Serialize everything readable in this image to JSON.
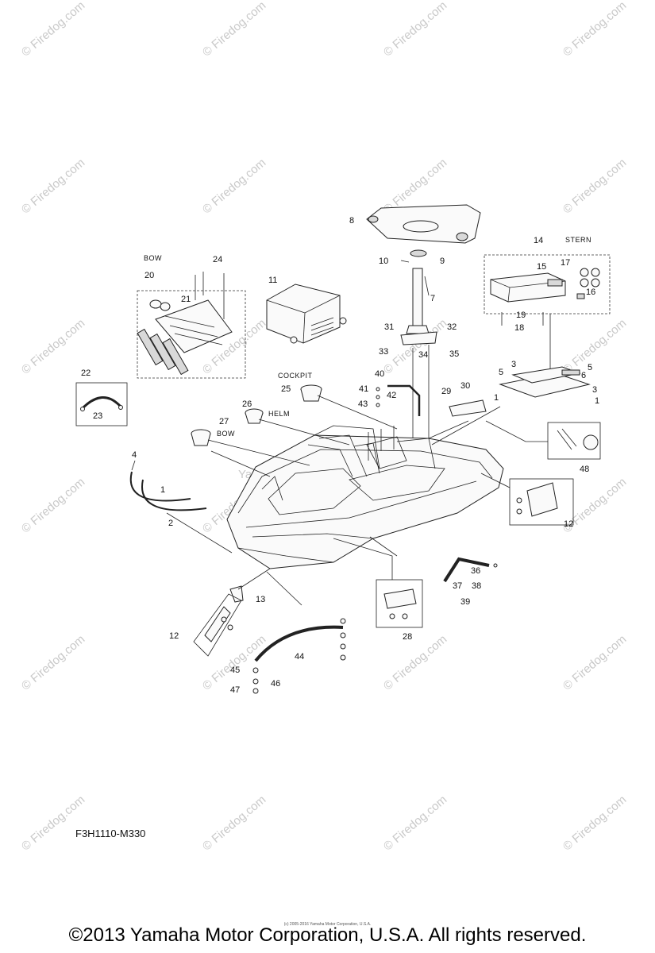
{
  "watermark": {
    "text": "© Firedog.com",
    "center_text": "Yamaha Motor Corporation"
  },
  "zones": {
    "bow_top": "BOW",
    "stern": "STERN",
    "cockpit": "COCKPIT",
    "helm": "HELM",
    "bow": "BOW"
  },
  "callouts": [
    "1",
    "1",
    "1",
    "2",
    "3",
    "3",
    "4",
    "5",
    "5",
    "6",
    "7",
    "8",
    "9",
    "10",
    "11",
    "12",
    "12",
    "13",
    "14",
    "15",
    "16",
    "17",
    "18",
    "19",
    "20",
    "21",
    "22",
    "23",
    "24",
    "25",
    "26",
    "27",
    "28",
    "29",
    "30",
    "31",
    "32",
    "33",
    "34",
    "35",
    "36",
    "37",
    "38",
    "39",
    "40",
    "41",
    "42",
    "43",
    "44",
    "45",
    "46",
    "47",
    "48"
  ],
  "diagram_code": "F3H1110-M330",
  "small_copyright": "(c) 2005-2016 Yamaha Motor Corporation, U.S.A.",
  "copyright": "©2013 Yamaha Motor Corporation, U.S.A. All rights reserved."
}
